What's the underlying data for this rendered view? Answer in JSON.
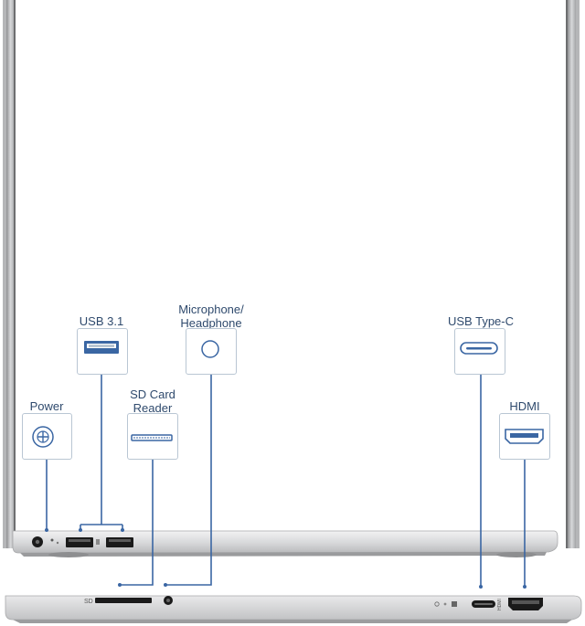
{
  "callouts": {
    "power": "Power",
    "usb31": "USB 3.1",
    "sd_line1": "SD Card",
    "sd_line2": "Reader",
    "mic_line1": "Microphone/",
    "mic_line2": "Headphone",
    "usbc": "USB Type-C",
    "hdmi": "HDMI"
  },
  "chassis_marks": {
    "sd": "SD",
    "hdmi_small": "HDMI"
  },
  "colors": {
    "callout_line": "#3a66a3",
    "label_text": "#2f4a6d",
    "icon_blue": "#3a66a3",
    "box_border": "#b9c6d3",
    "silver": "#d9dadc"
  },
  "icons": {
    "power": "power-jack-icon",
    "usb31": "usb-a-port-icon",
    "sd": "sd-card-slot-icon",
    "mic": "audio-jack-icon",
    "usbc": "usb-c-port-icon",
    "hdmi": "hdmi-port-icon"
  }
}
